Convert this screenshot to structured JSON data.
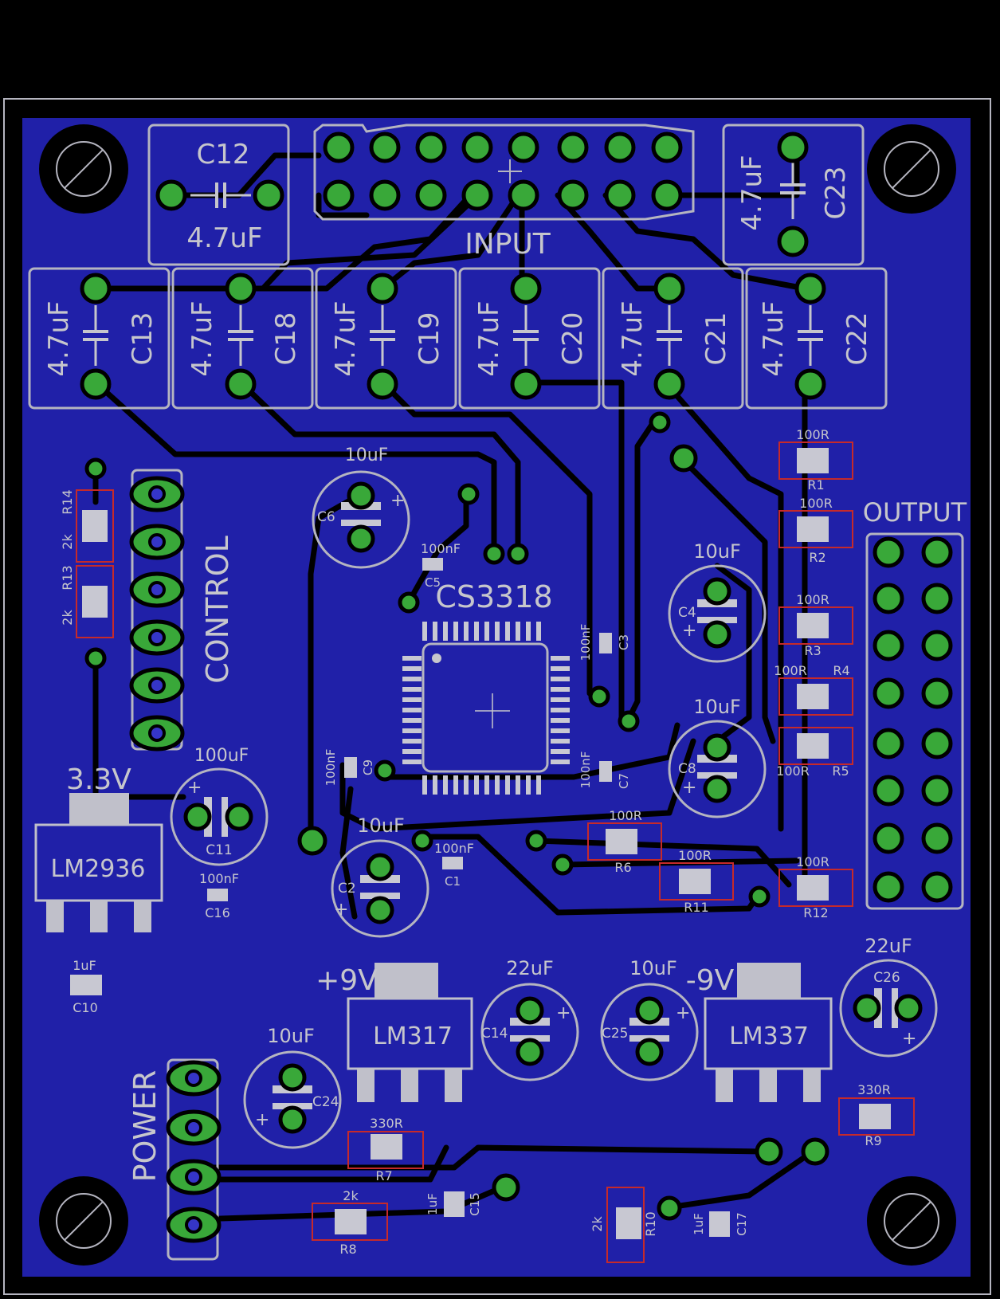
{
  "colors": {
    "background": "#000000",
    "board": "#2020a8",
    "copper_pad": "#39a839",
    "silkscreen": "#c6c6cc",
    "marker": "#c62a2a"
  },
  "headers": {
    "input": "INPUT",
    "output": "OUTPUT",
    "control": "CONTROL",
    "power": "POWER"
  },
  "ic": {
    "name": "CS3318"
  },
  "regulators": {
    "u1": {
      "name": "LM2936",
      "rail": "3.3V"
    },
    "u2": {
      "name": "LM317",
      "rail": "+9V"
    },
    "u3": {
      "name": "LM337",
      "rail": "-9V"
    }
  },
  "capacitors": {
    "C12": {
      "name": "C12",
      "value": "4.7uF"
    },
    "C23": {
      "name": "C23",
      "value": "4.7uF"
    },
    "C13": {
      "name": "C13",
      "value": "4.7uF"
    },
    "C18": {
      "name": "C18",
      "value": "4.7uF"
    },
    "C19": {
      "name": "C19",
      "value": "4.7uF"
    },
    "C20": {
      "name": "C20",
      "value": "4.7uF"
    },
    "C21": {
      "name": "C21",
      "value": "4.7uF"
    },
    "C22": {
      "name": "C22",
      "value": "4.7uF"
    },
    "C6": {
      "name": "C6",
      "value": "10uF"
    },
    "C4": {
      "name": "C4",
      "value": "10uF"
    },
    "C8": {
      "name": "C8",
      "value": "10uF"
    },
    "C2": {
      "name": "C2",
      "value": "10uF"
    },
    "C11": {
      "name": "C11",
      "value": "100uF"
    },
    "C14": {
      "name": "C14",
      "value": "22uF"
    },
    "C25": {
      "name": "C25",
      "value": "10uF"
    },
    "C26": {
      "name": "C26",
      "value": "22uF"
    },
    "C24": {
      "name": "C24",
      "value": "10uF"
    },
    "C5": {
      "name": "C5",
      "value": "100nF"
    },
    "C3": {
      "name": "C3",
      "value": "100nF"
    },
    "C9": {
      "name": "C9",
      "value": "100nF"
    },
    "C7": {
      "name": "C7",
      "value": "100nF"
    },
    "C1": {
      "name": "C1",
      "value": "100nF"
    },
    "C16": {
      "name": "C16",
      "value": "100nF"
    },
    "C10": {
      "name": "C10",
      "value": "1uF"
    },
    "C15": {
      "name": "C15",
      "value": "1uF"
    },
    "C17": {
      "name": "C17",
      "value": "1uF"
    }
  },
  "resistors": {
    "R1": {
      "name": "R1",
      "value": "100R"
    },
    "R2": {
      "name": "R2",
      "value": "100R"
    },
    "R3": {
      "name": "R3",
      "value": "100R"
    },
    "R4": {
      "name": "R4",
      "value": "100R"
    },
    "R5": {
      "name": "R5",
      "value": "100R"
    },
    "R6": {
      "name": "R6",
      "value": "100R"
    },
    "R11": {
      "name": "R11",
      "value": "100R"
    },
    "R12": {
      "name": "R12",
      "value": "100R"
    },
    "R13": {
      "name": "R13",
      "value": "2k"
    },
    "R14": {
      "name": "R14",
      "value": "2k"
    },
    "R7": {
      "name": "R7",
      "value": "330R"
    },
    "R8": {
      "name": "R8",
      "value": "2k"
    },
    "R9": {
      "name": "R9",
      "value": "330R"
    },
    "R10": {
      "name": "R10",
      "value": "2k"
    }
  }
}
